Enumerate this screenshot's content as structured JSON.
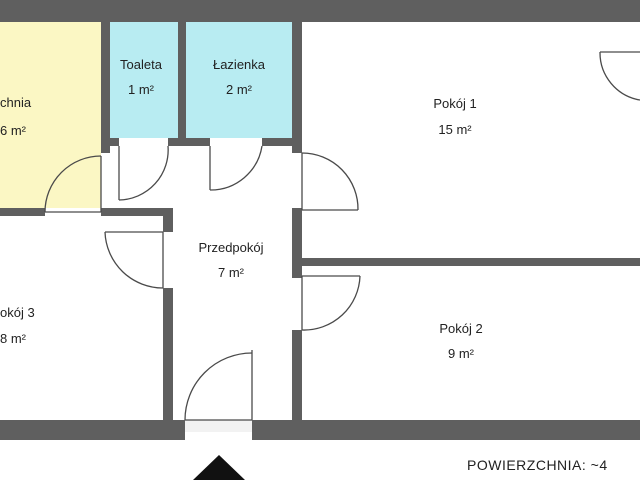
{
  "colors": {
    "wall": "#5f5f5f",
    "kitchen": "#fbf7c4",
    "bathroom": "#b8ecf2",
    "floor": "#f2f2f2"
  },
  "rooms": [
    {
      "key": "kuchnia",
      "name": "chnia",
      "area": "6 m²"
    },
    {
      "key": "toaleta",
      "name": "Toaleta",
      "area": "1 m²"
    },
    {
      "key": "lazienka",
      "name": "Łazienka",
      "area": "2 m²"
    },
    {
      "key": "pokoj1",
      "name": "Pokój 1",
      "area": "15 m²"
    },
    {
      "key": "przedpokoj",
      "name": "Przedpokój",
      "area": "7 m²"
    },
    {
      "key": "pokoj3",
      "name": "okój 3",
      "area": "8 m²"
    },
    {
      "key": "pokoj2",
      "name": "Pokój 2",
      "area": "9 m²"
    }
  ],
  "footer": {
    "area_text": "POWIERZCHNIA: ~4"
  },
  "icons": {
    "entrance": "entrance-arrow-icon"
  }
}
